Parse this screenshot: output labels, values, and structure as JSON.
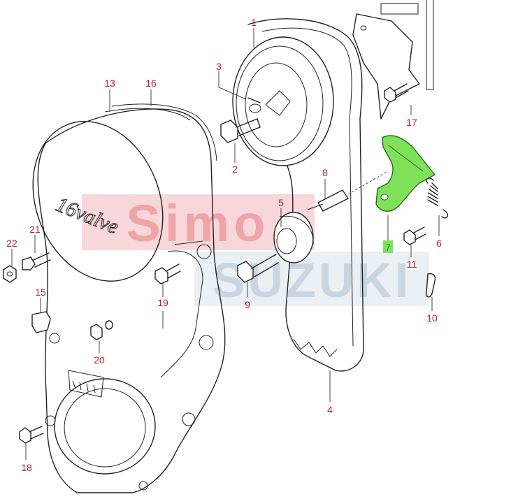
{
  "diagram": {
    "cover_embossed_text": "16valve",
    "highlight_color": "#7fe05a",
    "callout_color": "#b3262b",
    "watermark": {
      "line1": "Simo",
      "line2": "SUZUKI",
      "line1_color": "#e35a63",
      "line2_color": "#9db3c9"
    },
    "callouts": [
      {
        "id": "1",
        "label": "1"
      },
      {
        "id": "2",
        "label": "2"
      },
      {
        "id": "3",
        "label": "3"
      },
      {
        "id": "4",
        "label": "4"
      },
      {
        "id": "5",
        "label": "5"
      },
      {
        "id": "6",
        "label": "6"
      },
      {
        "id": "7",
        "label": "7",
        "highlighted": true
      },
      {
        "id": "8",
        "label": "8"
      },
      {
        "id": "9",
        "label": "9"
      },
      {
        "id": "10",
        "label": "10"
      },
      {
        "id": "11",
        "label": "11"
      },
      {
        "id": "13",
        "label": "13"
      },
      {
        "id": "15",
        "label": "15"
      },
      {
        "id": "16",
        "label": "16"
      },
      {
        "id": "17",
        "label": "17"
      },
      {
        "id": "18",
        "label": "18"
      },
      {
        "id": "19",
        "label": "19"
      },
      {
        "id": "20",
        "label": "20"
      },
      {
        "id": "21",
        "label": "21"
      },
      {
        "id": "22",
        "label": "22"
      }
    ]
  }
}
